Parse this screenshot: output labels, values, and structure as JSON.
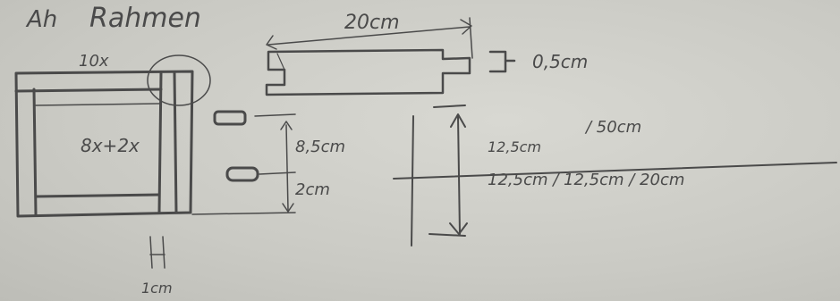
{
  "title": "Rahmen",
  "title_prefix": "Ah",
  "labels": {
    "top_width": "10x",
    "inner": "8x+2x",
    "beam_length": "20cm",
    "beam_thickness": "0,5cm",
    "h1": "8,5cm",
    "h2": "2cm",
    "bottom": "1cm",
    "right_a": "12,5cm",
    "right_b": "/ 50cm",
    "right_strike": "12,5cm / 12,5cm / 20cm"
  },
  "colors": {
    "pencil": "#4a4a4a",
    "paper": "#cfcfc9"
  }
}
